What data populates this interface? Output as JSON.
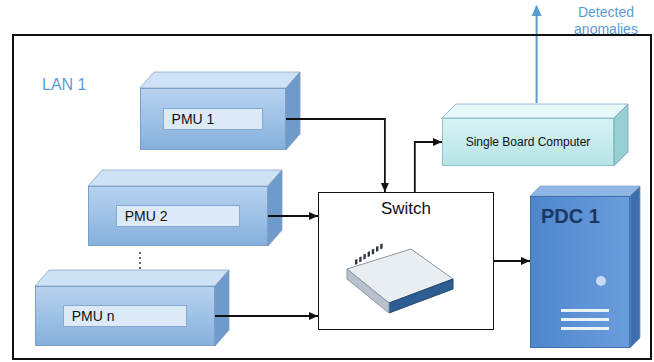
{
  "diagram": {
    "nodes": [
      {
        "text": [
          "LAN 1"
        ]
      },
      {
        "text": [
          "PMU 1"
        ],
        "in": 0
      },
      {
        "text": [
          "PMU 2"
        ],
        "in": 0
      },
      {
        "text": [
          "PMU n"
        ],
        "in": 0
      },
      {
        "text": [
          "Switch"
        ],
        "in": 0
      },
      {
        "text": [
          "Single Board Computer"
        ],
        "in": 0
      },
      {
        "text": [
          "PDC 1"
        ],
        "in": 0
      }
    ],
    "edges": [
      {
        "from": 1,
        "to": 4,
        "arrow": "to"
      },
      {
        "from": 2,
        "to": 4,
        "arrow": "to"
      },
      {
        "from": 3,
        "to": 4,
        "arrow": "to"
      },
      {
        "from": 4,
        "to": 5,
        "arrow": "to"
      },
      {
        "from": 4,
        "to": 6,
        "arrow": "to"
      }
    ],
    "labels": [
      "Detected anomalies"
    ]
  }
}
